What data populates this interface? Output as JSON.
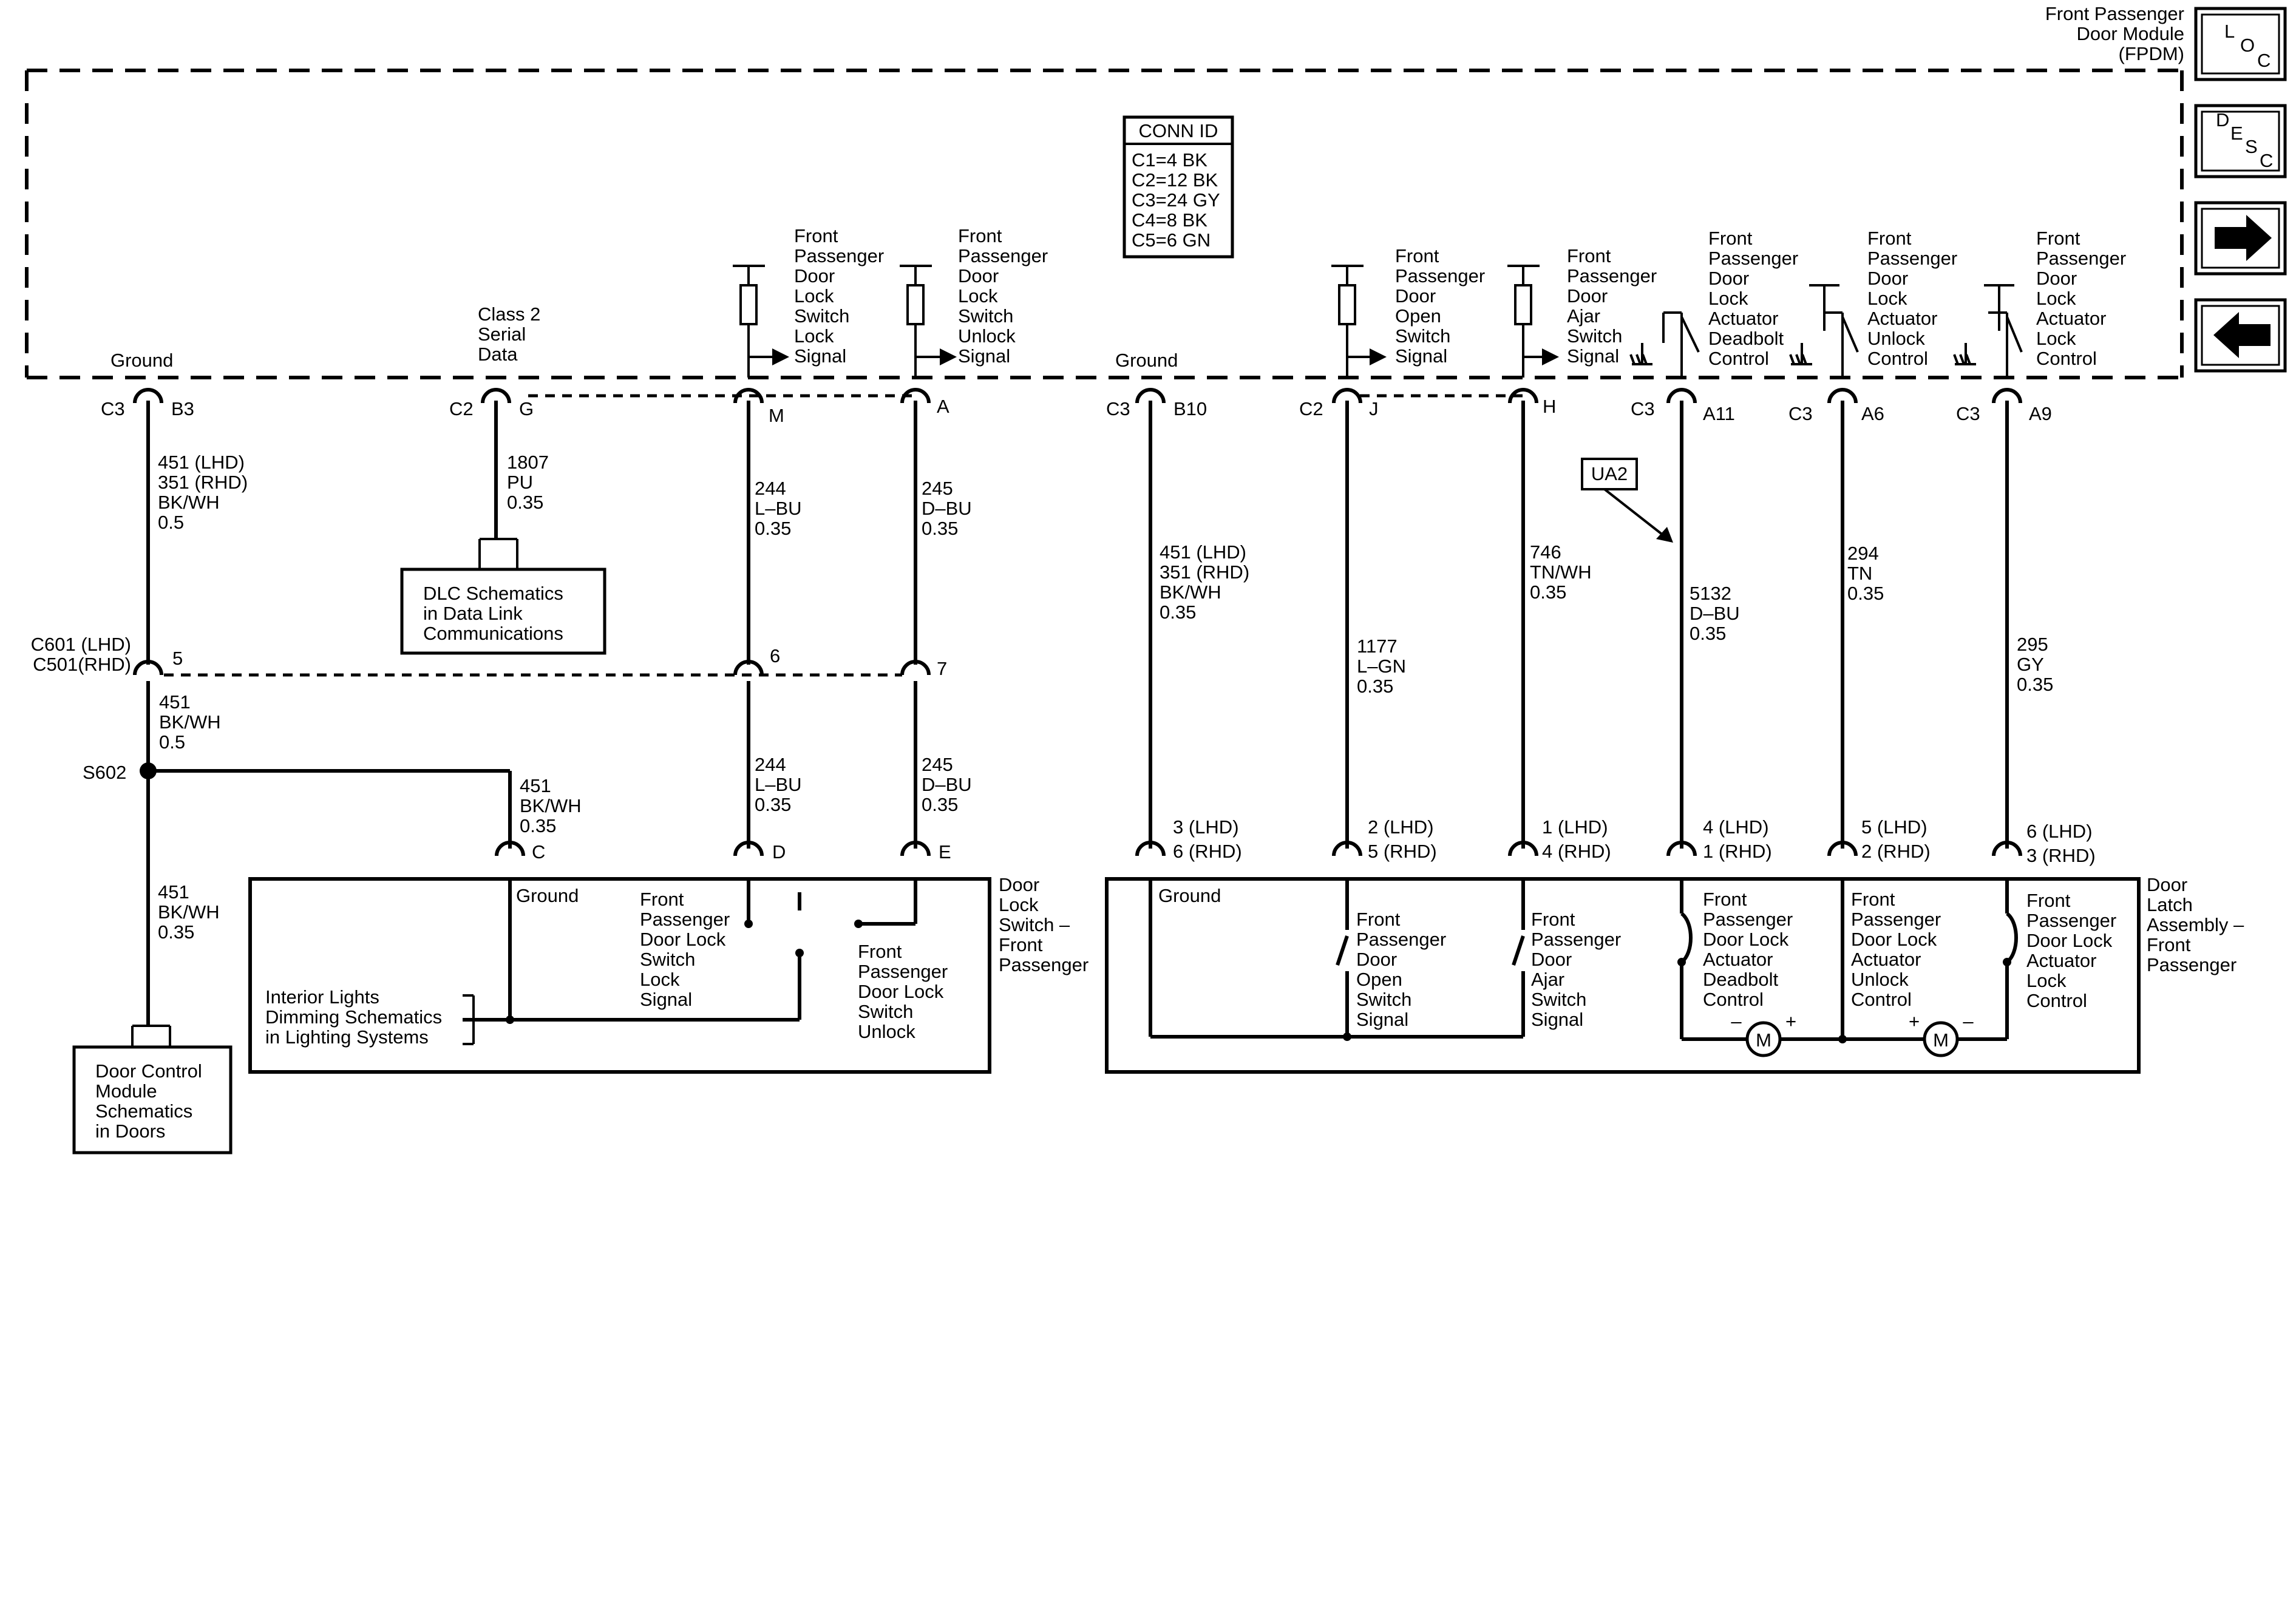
{
  "module": {
    "line1": "Front Passenger",
    "line2": "Door Module",
    "line3": "(FPDM)"
  },
  "nav": {
    "loc": [
      "L",
      "O",
      "C"
    ],
    "desc": [
      "D",
      "E",
      "S",
      "C"
    ],
    "forward_icon": "arrow-right-icon",
    "back_icon": "arrow-left-icon"
  },
  "conn_id": {
    "title": "CONN ID",
    "rows": [
      "C1=4 BK",
      "C2=12 BK",
      "C3=24 GY",
      "C4=8 BK",
      "C5=6 GN"
    ]
  },
  "module_signals": {
    "ground_left": "Ground",
    "class2": [
      "Class 2",
      "Serial",
      "Data"
    ],
    "lock_signal": [
      "Front",
      "Passenger",
      "Door",
      "Lock",
      "Switch",
      "Lock",
      "Signal"
    ],
    "unlock_signal": [
      "Front",
      "Passenger",
      "Door",
      "Lock",
      "Switch",
      "Unlock",
      "Signal"
    ],
    "ground_right": "Ground",
    "open_signal": [
      "Front",
      "Passenger",
      "Door",
      "Open",
      "Switch",
      "Signal"
    ],
    "ajar_signal": [
      "Front",
      "Passenger",
      "Door",
      "Ajar",
      "Switch",
      "Signal"
    ],
    "deadbolt_control": [
      "Front",
      "Passenger",
      "Door",
      "Lock",
      "Actuator",
      "Deadbolt",
      "Control"
    ],
    "unlock_control": [
      "Front",
      "Passenger",
      "Door",
      "Lock",
      "Actuator",
      "Unlock",
      "Control"
    ],
    "lock_control": [
      "Front",
      "Passenger",
      "Door",
      "Lock",
      "Actuator",
      "Lock",
      "Control"
    ]
  },
  "pins": {
    "c3": "C3",
    "b3": "B3",
    "c2": "C2",
    "g": "G",
    "m": "M",
    "a": "A",
    "b10": "B10",
    "j": "J",
    "h": "H",
    "a11": "A11",
    "a6": "A6",
    "a9": "A9"
  },
  "wires": {
    "w451_top": [
      "451 (LHD)",
      "351 (RHD)",
      "BK/WH",
      "0.5"
    ],
    "w1807": [
      "1807",
      "PU",
      "0.35"
    ],
    "w244_top": [
      "244",
      "L–BU",
      "0.35"
    ],
    "w245_top": [
      "245",
      "D–BU",
      "0.35"
    ],
    "w451_right": [
      "451 (LHD)",
      "351 (RHD)",
      "BK/WH",
      "0.35"
    ],
    "w1177": [
      "1177",
      "L–GN",
      "0.35"
    ],
    "w746": [
      "746",
      "TN/WH",
      "0.35"
    ],
    "w5132": [
      "5132",
      "D–BU",
      "0.35"
    ],
    "w294": [
      "294",
      "TN",
      "0.35"
    ],
    "w295": [
      "295",
      "GY",
      "0.35"
    ],
    "w451_mid": [
      "451",
      "BK/WH",
      "0.5"
    ],
    "w244_bot": [
      "244",
      "L–BU",
      "0.35"
    ],
    "w245_bot": [
      "245",
      "D–BU",
      "0.35"
    ],
    "w451_branch": [
      "451",
      "BK/WH",
      "0.35"
    ],
    "w451_low": [
      "451",
      "BK/WH",
      "0.35"
    ]
  },
  "inline_connector": {
    "label": [
      "C601 (LHD)",
      "C501(RHD)"
    ],
    "p5": "5",
    "p6": "6",
    "p7": "7"
  },
  "splice": "S602",
  "ua2": "UA2",
  "dlc_box": [
    "DLC Schematics",
    "in Data Link",
    "Communications"
  ],
  "dcm_box": [
    "Door Control",
    "Module",
    "Schematics",
    "in Doors"
  ],
  "door_lock_switch": {
    "name": [
      "Door",
      "Lock",
      "Switch –",
      "Front",
      "Passenger"
    ],
    "pins": {
      "c": "C",
      "d": "D",
      "e": "E"
    },
    "ground": "Ground",
    "lock_switch": [
      "Front",
      "Passenger",
      "Door Lock",
      "Switch",
      "Lock",
      "Signal"
    ],
    "unlock_switch": [
      "Front",
      "Passenger",
      "Door Lock",
      "Switch",
      "Unlock"
    ],
    "interior_lights": [
      "Interior Lights",
      "Dimming Schematics",
      "in Lighting Systems"
    ]
  },
  "door_latch": {
    "name": [
      "Door",
      "Latch",
      "Assembly –",
      "Front",
      "Passenger"
    ],
    "pins": {
      "p_ground": [
        "3 (LHD)",
        "6 (RHD)"
      ],
      "p_open": [
        "2 (LHD)",
        "5 (RHD)"
      ],
      "p_ajar": [
        "1 (LHD)",
        "4 (RHD)"
      ],
      "p_deadbolt": [
        "4 (LHD)",
        "1 (RHD)"
      ],
      "p_unlock": [
        "5 (LHD)",
        "2 (RHD)"
      ],
      "p_lock": [
        "6 (LHD)",
        "3 (RHD)"
      ]
    },
    "ground": "Ground",
    "open_switch": [
      "Front",
      "Passenger",
      "Door",
      "Open",
      "Switch",
      "Signal"
    ],
    "ajar_switch": [
      "Front",
      "Passenger",
      "Door",
      "Ajar",
      "Switch",
      "Signal"
    ],
    "deadbolt_actuator": [
      "Front",
      "Passenger",
      "Door Lock",
      "Actuator",
      "Deadbolt",
      "Control"
    ],
    "unlock_actuator": [
      "Front",
      "Passenger",
      "Door Lock",
      "Actuator",
      "Unlock",
      "Control"
    ],
    "lock_actuator": [
      "Front",
      "Passenger",
      "Door Lock",
      "Actuator",
      "Lock",
      "Control"
    ],
    "motor1": {
      "label": "M",
      "minus": "–",
      "plus": "+"
    },
    "motor2": {
      "label": "M",
      "plus": "+",
      "minus": "–"
    }
  }
}
